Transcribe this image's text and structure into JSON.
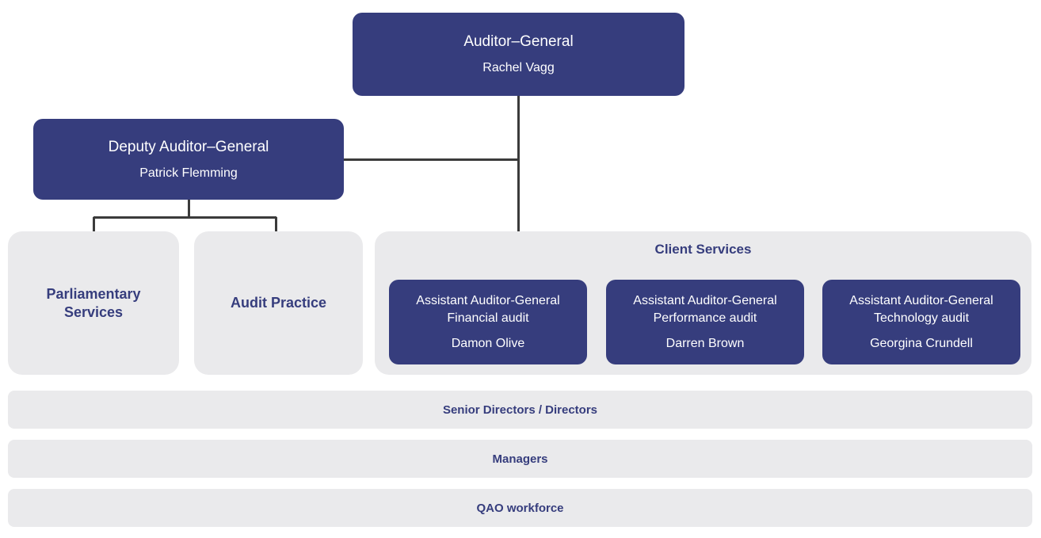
{
  "colors": {
    "box_blue": "#363d7d",
    "panel_grey": "#eaeaec",
    "line": "#3b3b3b",
    "text_on_blue": "#ffffff",
    "text_blue": "#363d7d",
    "background": "#ffffff"
  },
  "org_chart": {
    "type": "organisation-chart",
    "levels": [
      {
        "level": 1,
        "nodes": [
          {
            "id": "auditor-general",
            "title": "Auditor–General",
            "person": "Rachel Vagg",
            "style": "blue"
          }
        ]
      },
      {
        "level": 2,
        "nodes": [
          {
            "id": "deputy-auditor-general",
            "title": "Deputy Auditor–General",
            "person": "Patrick Flemming",
            "style": "blue"
          }
        ]
      },
      {
        "level": 3,
        "nodes": [
          {
            "id": "parliamentary-services",
            "title_line1": "Parliamentary",
            "title_line2": "Services",
            "style": "grey"
          },
          {
            "id": "audit-practice",
            "title_line1": "Audit Practice",
            "title_line2": "",
            "style": "grey"
          },
          {
            "id": "client-services",
            "title": "Client Services",
            "style": "grey-panel",
            "children": [
              {
                "id": "aag-financial",
                "title": "Assistant Auditor-General",
                "subtitle": "Financial audit",
                "person": "Damon Olive",
                "style": "blue"
              },
              {
                "id": "aag-performance",
                "title": "Assistant Auditor-General",
                "subtitle": "Performance audit",
                "person": "Darren Brown",
                "style": "blue"
              },
              {
                "id": "aag-technology",
                "title": "Assistant Auditor-General",
                "subtitle": "Technology audit",
                "person": "Georgina Crundell",
                "style": "blue"
              }
            ]
          }
        ]
      }
    ],
    "footer_bands": [
      {
        "id": "senior-directors",
        "label": "Senior Directors / Directors"
      },
      {
        "id": "managers",
        "label": "Managers"
      },
      {
        "id": "qao-workforce",
        "label": "QAO workforce"
      }
    ],
    "connections": [
      {
        "from": "auditor-general",
        "to": "deputy-auditor-general"
      },
      {
        "from": "auditor-general",
        "to": "client-services"
      },
      {
        "from": "deputy-auditor-general",
        "to": "parliamentary-services"
      },
      {
        "from": "deputy-auditor-general",
        "to": "audit-practice"
      },
      {
        "from": "client-services",
        "to": "aag-financial"
      },
      {
        "from": "client-services",
        "to": "aag-performance"
      },
      {
        "from": "client-services",
        "to": "aag-technology"
      }
    ]
  }
}
